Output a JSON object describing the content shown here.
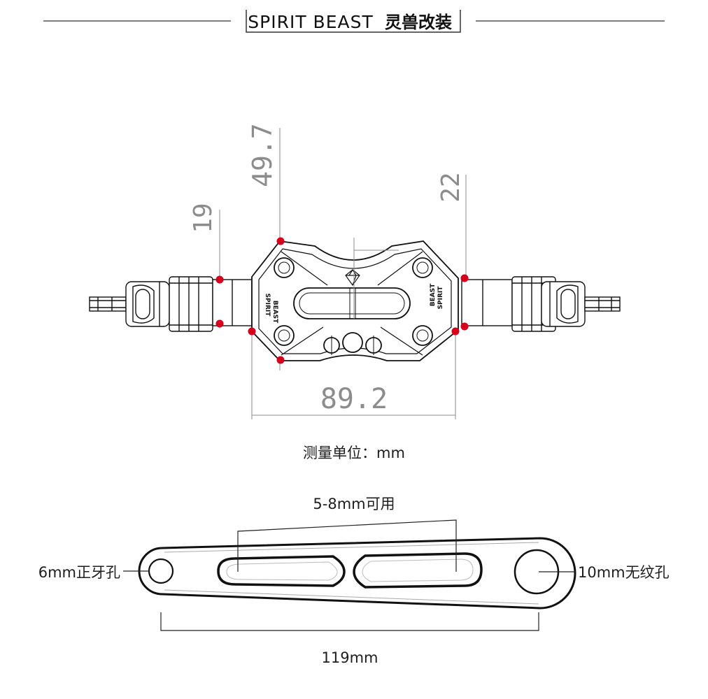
{
  "header": {
    "brand": "SPIRIT BEAST",
    "brand_cn": "灵兽改装"
  },
  "plate": {
    "logo_top": "SPIRIT",
    "logo_bottom": "BEAST"
  },
  "dimensions": {
    "d1": "49.7",
    "d2": "19",
    "d3": "22",
    "d4": "89.2"
  },
  "unit_note": "测量单位：mm",
  "bar": {
    "slot_note": "5-8mm可用",
    "left_hole": "6mm正牙孔",
    "right_hole": "10mm无纹孔",
    "length": "119mm"
  },
  "colors": {
    "marker": "#d6001c",
    "line": "#111111",
    "dim": "#8c8c8c"
  }
}
